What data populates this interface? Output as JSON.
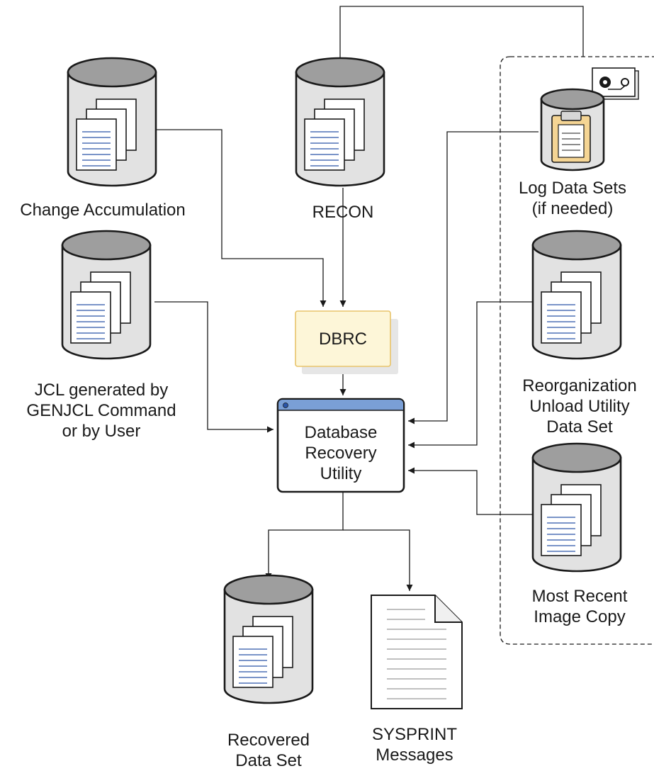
{
  "labels": {
    "change_accumulation": "Change Accumulation",
    "recon": "RECON",
    "log_data_sets": "Log Data Sets\n(if needed)",
    "jcl": "JCL generated by\nGENJCL Command\nor by User",
    "dbrc": "DBRC",
    "reorg": "Reorganization\nUnload Utility\nData Set",
    "recovery_utility": "Database\nRecovery\nUtility",
    "image_copy": "Most Recent\nImage Copy",
    "recovered": "Recovered\nData Set",
    "sysprint": "SYSPRINT\nMessages"
  },
  "icons": {
    "database": "database-cylinder-icon",
    "log": "clipboard-cylinder-icon",
    "tape": "tape-icon",
    "report": "report-page-icon"
  },
  "colors": {
    "cylinder_top": "#9e9e9e",
    "cylinder_body": "#e2e2e2",
    "dbrc_fill": "#fdf6d8",
    "dbrc_border": "#e8c36a",
    "window_bar": "#7a9fd6",
    "clipboard": "#f5d594",
    "doc_lines": "#2a55a8"
  }
}
